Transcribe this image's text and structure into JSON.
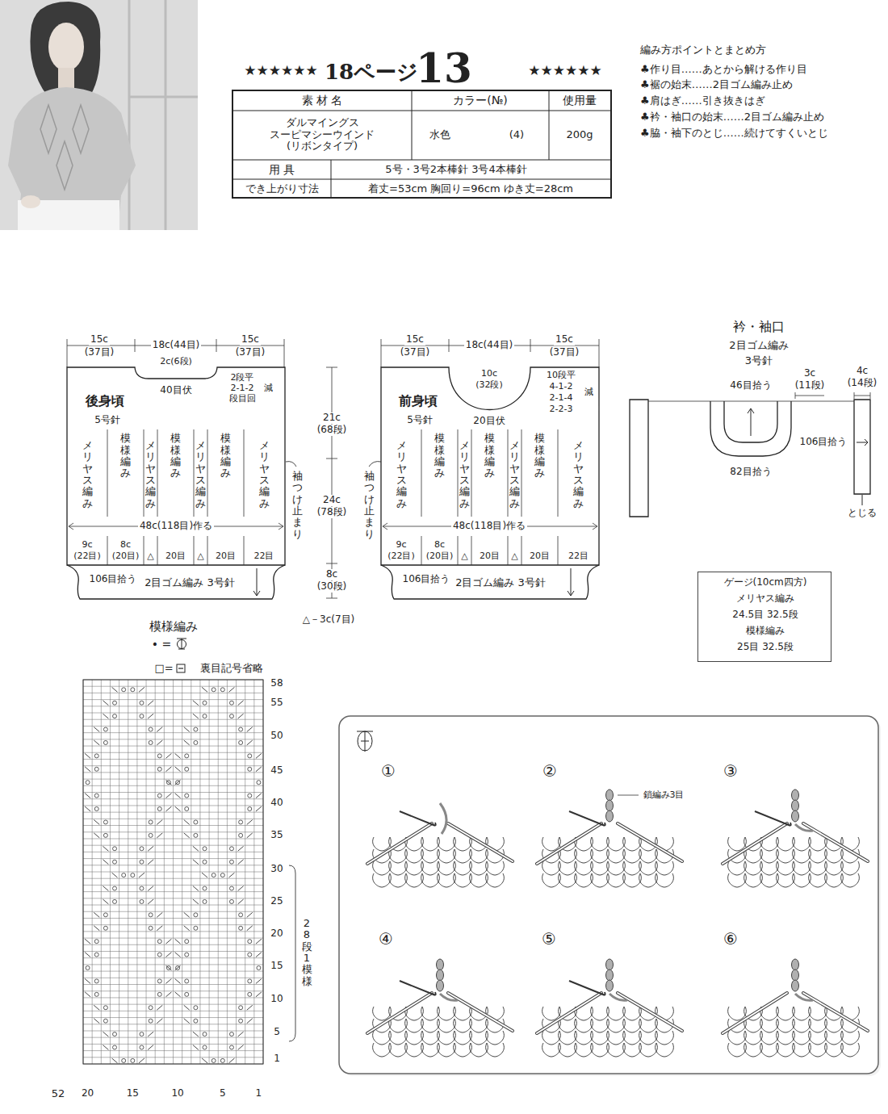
{
  "diagram": {
    "nodes": [
      {
        "text": [
          "後身頃",
          "5号針"
        ]
      },
      {
        "text": [
          "106目拾う",
          "2目ゴム編み 3号針"
        ]
      },
      {
        "text": [
          "前身頃",
          "5号針"
        ]
      },
      {
        "text": [
          "106目拾う",
          "2目ゴム編み 3号針"
        ]
      },
      {
        "text": [
          "ゲージ(10cm四方)",
          "メリヤス編み",
          "24.5目 32.5段",
          "模様編み",
          "25目 32.5段"
        ]
      }
    ],
    "labels": [
      "★★★★★★",
      "18ページ",
      "13",
      "★★★★★★",
      "素 材 名",
      "カラー(№)",
      "使用量",
      "ダルマイングス スーピマシーウインド (リボンタイプ)",
      "水色",
      "(4)",
      "200g",
      "用 具",
      "5号・3号2本棒針 3号4本棒針",
      "でき上がり寸法",
      "着丈=53cm 胸回り=96cm ゆき丈=28cm",
      "編み方ポイントとまとめ方",
      "♣作り目……あとから解ける作り目",
      "♣裾の始末……2目ゴム編み止め",
      "♣肩はぎ……引き抜きはぎ",
      "♣衿・袖口の始末……2目ゴム編み止め",
      "♣脇・袖下のとじ……続けてすくいとじ",
      "15c",
      "(37目)",
      "18c(44目)",
      "15c",
      "(37目)",
      "2c(6段)",
      "40目伏",
      "2段平",
      "2-1-2",
      "段目回",
      "減",
      "メリヤス編み",
      "模様編み",
      "メリヤス編み",
      "模様編み",
      "メリヤス編み",
      "模様編み",
      "メリヤス編み",
      "48c(118目)作る",
      "9c",
      "(22目)",
      "8c",
      "(20目)",
      "△",
      "20目",
      "△",
      "20目",
      "22目",
      "袖つけ止まり",
      "21c",
      "(68段)",
      "24c",
      "(78段)",
      "8c",
      "(30段)",
      "△－3c(7目)",
      "15c",
      "(37目)",
      "18c(44目)",
      "15c",
      "(37目)",
      "10c",
      "(32段)",
      "20目伏",
      "10段平",
      "4-1-2",
      "2-1-4",
      "2-2-3",
      "減",
      "メリヤス編み",
      "模様編み",
      "メリヤス編み",
      "模様編み",
      "メリヤス編み",
      "模様編み",
      "メリヤス編み",
      "48c(118目)作る",
      "9c",
      "(22目)",
      "8c",
      "(20目)",
      "△",
      "20目",
      "△",
      "20目",
      "22目",
      "袖つけ止まり",
      "衿・袖口",
      "2目ゴム編み",
      "3号針",
      "46目拾う",
      "3c",
      "(11段)",
      "4c",
      "(14段)",
      "106目拾う",
      "82目拾う",
      "とじる",
      "模様編み",
      "• =",
      "□=",
      "裏目記号省略",
      "58",
      "55",
      "50",
      "45",
      "40",
      "35",
      "30",
      "25",
      "20",
      "15",
      "10",
      "5",
      "1",
      "20",
      "15",
      "10",
      "5",
      "1",
      "28段1模様",
      "①",
      "②",
      "③",
      "④",
      "⑤",
      "⑥",
      "鎖編み3目",
      "52"
    ]
  }
}
